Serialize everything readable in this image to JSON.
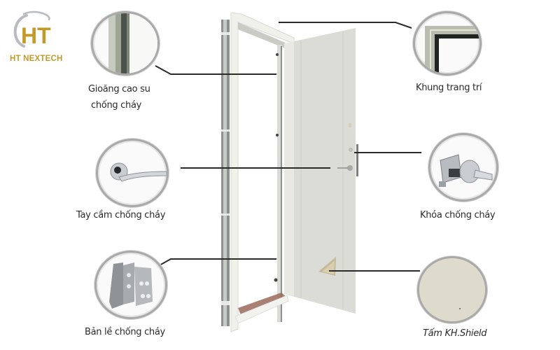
{
  "brand": {
    "logo_letters": "HT",
    "name": "HT NEXTECH",
    "colors": {
      "gold": "#c39a2a",
      "swoosh": "#b8bcc2"
    }
  },
  "diagram": {
    "subject": "fire-rated door components",
    "callouts": [
      {
        "id": "gasket",
        "label_line1": "Gioăng cao su",
        "label_line2": "chống cháy",
        "side": "left",
        "icon": "rubber-gasket-icon"
      },
      {
        "id": "frame-trim",
        "label": "Khung trang trí",
        "side": "right",
        "icon": "frame-corner-icon"
      },
      {
        "id": "handle",
        "label": "Tay cầm chống cháy",
        "side": "left",
        "icon": "lever-handle-icon"
      },
      {
        "id": "lock",
        "label": "Khóa chống cháy",
        "side": "right",
        "icon": "lock-set-icon"
      },
      {
        "id": "hinge",
        "label": "Bản lề chống cháy",
        "side": "left",
        "icon": "hinge-icon"
      },
      {
        "id": "panel",
        "label": "Tấm KH.Shield",
        "side": "right",
        "icon": "shield-panel-icon"
      }
    ],
    "colors": {
      "door": "#dcdcd6",
      "frame": "#efefe9",
      "frame_shadow": "#7d8582",
      "leader_line": "#2b2b2b",
      "circle_border": "#a9a9a9",
      "panel_swatch": "#dedbcc",
      "threshold_seal": "#9a6a5a"
    }
  }
}
